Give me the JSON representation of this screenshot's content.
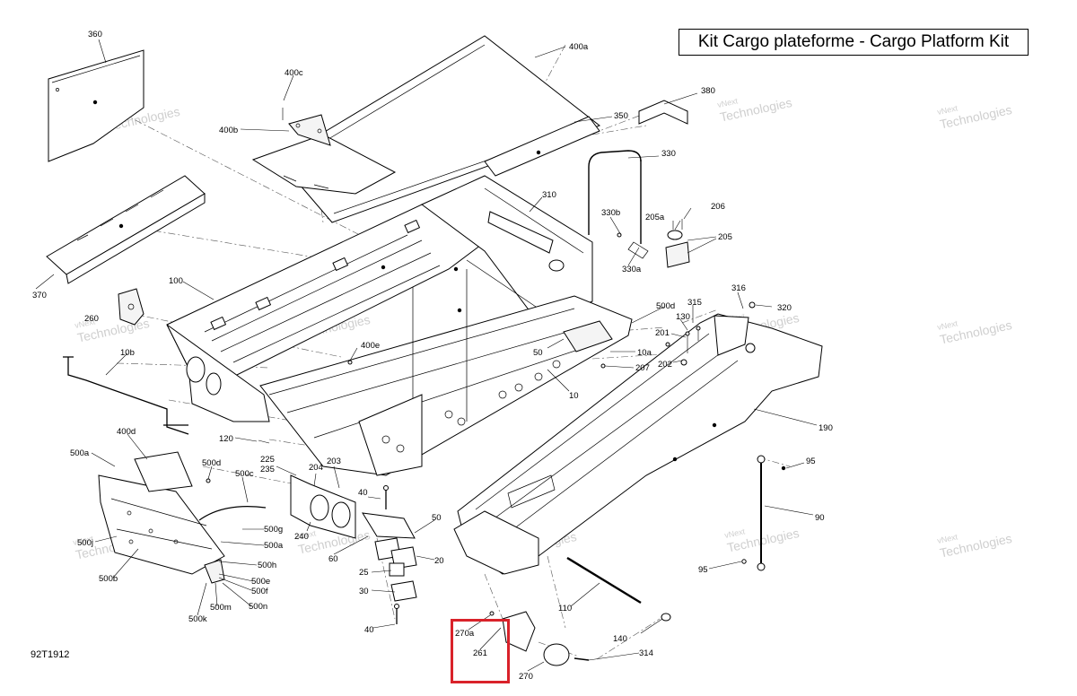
{
  "title": "Kit Cargo plateforme - Cargo Platform Kit",
  "sheet_code": "92T1912",
  "watermark": {
    "line1": "vNext",
    "line2": "Technologies"
  },
  "callouts": [
    {
      "id": "c360",
      "text": "360"
    },
    {
      "id": "c400a",
      "text": "400a"
    },
    {
      "id": "c400c",
      "text": "400c"
    },
    {
      "id": "c400b",
      "text": "400b"
    },
    {
      "id": "c380",
      "text": "380"
    },
    {
      "id": "c350",
      "text": "350"
    },
    {
      "id": "c330",
      "text": "330"
    },
    {
      "id": "c310",
      "text": "310"
    },
    {
      "id": "c330b",
      "text": "330b"
    },
    {
      "id": "c205a",
      "text": "205a"
    },
    {
      "id": "c206",
      "text": "206"
    },
    {
      "id": "c205",
      "text": "205"
    },
    {
      "id": "c330a",
      "text": "330a"
    },
    {
      "id": "c370",
      "text": "370"
    },
    {
      "id": "c100",
      "text": "100"
    },
    {
      "id": "c260",
      "text": "260"
    },
    {
      "id": "c10b",
      "text": "10b"
    },
    {
      "id": "c400e",
      "text": "400e"
    },
    {
      "id": "c500d",
      "text": "500d"
    },
    {
      "id": "c315",
      "text": "315"
    },
    {
      "id": "c316",
      "text": "316"
    },
    {
      "id": "c320",
      "text": "320"
    },
    {
      "id": "c130",
      "text": "130"
    },
    {
      "id": "c201",
      "text": "201"
    },
    {
      "id": "c10a",
      "text": "10a"
    },
    {
      "id": "c50a",
      "text": "50"
    },
    {
      "id": "c202",
      "text": "202"
    },
    {
      "id": "c207",
      "text": "207"
    },
    {
      "id": "c10",
      "text": "10"
    },
    {
      "id": "c190",
      "text": "190"
    },
    {
      "id": "c400d",
      "text": "400d"
    },
    {
      "id": "c120",
      "text": "120"
    },
    {
      "id": "c500a",
      "text": "500a"
    },
    {
      "id": "c500d2",
      "text": "500d"
    },
    {
      "id": "c225",
      "text": "225"
    },
    {
      "id": "c235",
      "text": "235"
    },
    {
      "id": "c204",
      "text": "204"
    },
    {
      "id": "c203",
      "text": "203"
    },
    {
      "id": "c500c",
      "text": "500c"
    },
    {
      "id": "c95a",
      "text": "95"
    },
    {
      "id": "c40a",
      "text": "40"
    },
    {
      "id": "c50b",
      "text": "50"
    },
    {
      "id": "c90",
      "text": "90"
    },
    {
      "id": "c500g",
      "text": "500g"
    },
    {
      "id": "c240",
      "text": "240"
    },
    {
      "id": "c500j",
      "text": "500j"
    },
    {
      "id": "c500a2",
      "text": "500a"
    },
    {
      "id": "c60",
      "text": "60"
    },
    {
      "id": "c20",
      "text": "20"
    },
    {
      "id": "c500h",
      "text": "500h"
    },
    {
      "id": "c25",
      "text": "25"
    },
    {
      "id": "c500b",
      "text": "500b"
    },
    {
      "id": "c500e",
      "text": "500e"
    },
    {
      "id": "c500f",
      "text": "500f"
    },
    {
      "id": "c95b",
      "text": "95"
    },
    {
      "id": "c30",
      "text": "30"
    },
    {
      "id": "c500m",
      "text": "500m"
    },
    {
      "id": "c500n",
      "text": "500n"
    },
    {
      "id": "c110",
      "text": "110"
    },
    {
      "id": "c500k",
      "text": "500k"
    },
    {
      "id": "c270a",
      "text": "270a"
    },
    {
      "id": "c40b",
      "text": "40"
    },
    {
      "id": "c140",
      "text": "140"
    },
    {
      "id": "c261",
      "text": "261"
    },
    {
      "id": "c314",
      "text": "314"
    },
    {
      "id": "c270",
      "text": "270"
    }
  ]
}
